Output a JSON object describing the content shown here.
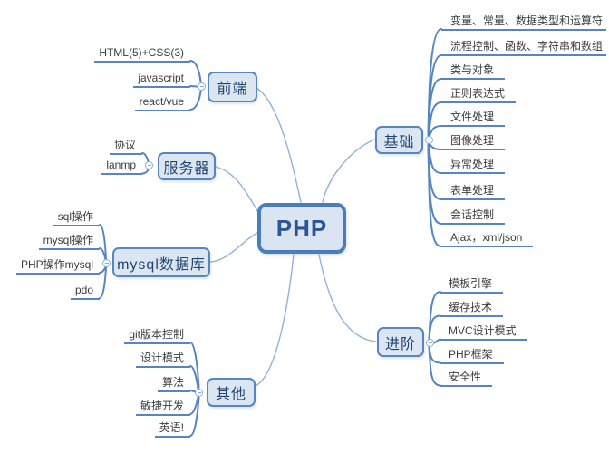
{
  "root": {
    "label": "PHP"
  },
  "colors": {
    "node_fill": "#dce6f1",
    "node_border": "#5586c1",
    "node_text": "#1f4571",
    "root_border": "#4a7ebb",
    "root_text": "#2a5699",
    "leaf_text": "#3d3d3d",
    "leaf_line": "#5586c1",
    "branch_curve": "#92b2da"
  },
  "branches": [
    {
      "label": "前端",
      "children": [
        {
          "label": "HTML(5)+CSS(3)"
        },
        {
          "label": "javascript"
        },
        {
          "label": "react/vue"
        }
      ]
    },
    {
      "label": "服务器",
      "children": [
        {
          "label": "协议"
        },
        {
          "label": "lanmp"
        }
      ]
    },
    {
      "label": "mysql数据库",
      "children": [
        {
          "label": "sql操作"
        },
        {
          "label": "mysql操作"
        },
        {
          "label": "PHP操作mysql"
        },
        {
          "label": "pdo"
        }
      ]
    },
    {
      "label": "其他",
      "children": [
        {
          "label": "git版本控制"
        },
        {
          "label": "设计模式"
        },
        {
          "label": "算法"
        },
        {
          "label": "敏捷开发"
        },
        {
          "label": "英语!"
        }
      ]
    },
    {
      "label": "基础",
      "children": [
        {
          "label": "变量、常量、数据类型和运算符"
        },
        {
          "label": "流程控制、函数、字符串和数组"
        },
        {
          "label": "类与对象"
        },
        {
          "label": "正则表达式"
        },
        {
          "label": "文件处理"
        },
        {
          "label": "图像处理"
        },
        {
          "label": "异常处理"
        },
        {
          "label": "表单处理"
        },
        {
          "label": "会话控制"
        },
        {
          "label": "Ajax，xml/json"
        }
      ]
    },
    {
      "label": "进阶",
      "children": [
        {
          "label": "模板引擎"
        },
        {
          "label": "缓存技术"
        },
        {
          "label": "MVC设计模式"
        },
        {
          "label": "PHP框架"
        },
        {
          "label": "安全性"
        }
      ]
    }
  ]
}
